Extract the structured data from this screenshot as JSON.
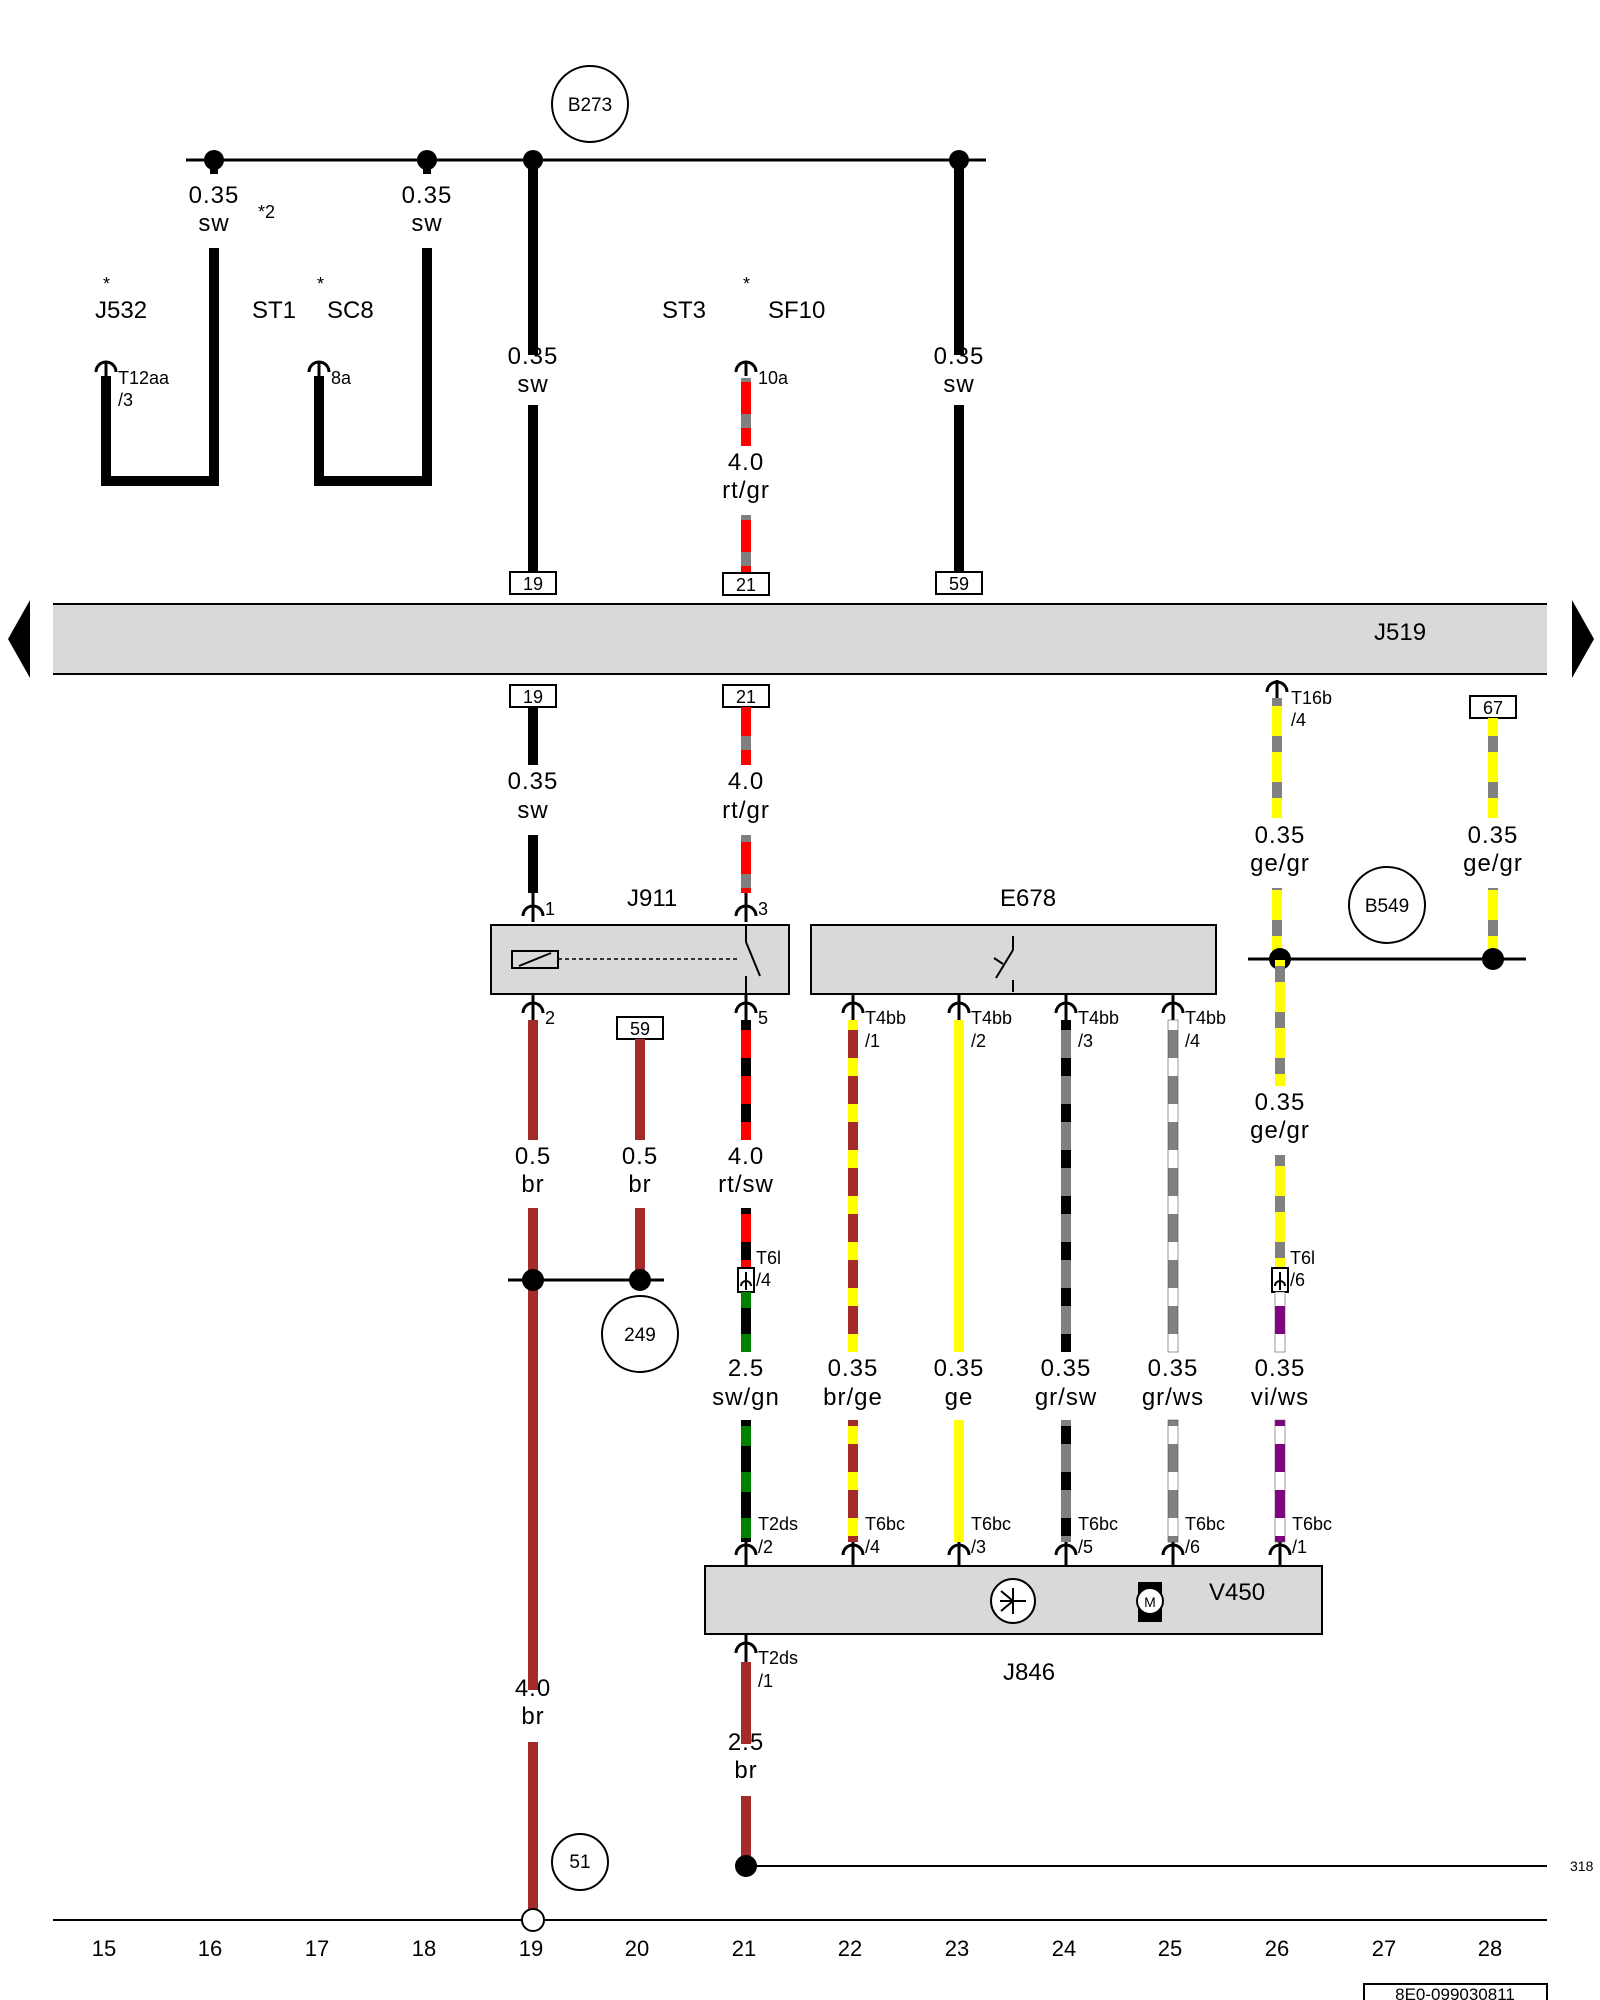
{
  "components": {
    "J519": "J519",
    "J911": "J911",
    "E678": "E678",
    "V450": "V450",
    "J846": "J846",
    "J532": "J532",
    "SC8": "SC8",
    "SF10": "SF10",
    "ST1": "ST1",
    "ST3": "ST3"
  },
  "markers": {
    "star": "*",
    "note2": "*2"
  },
  "connection_points": {
    "B273": "B273",
    "B549": "B549",
    "c249": "249",
    "c51": "51"
  },
  "terminals": {
    "t19a": "19",
    "t21a": "21",
    "t59a": "59",
    "t19b": "19",
    "t21b": "21",
    "t67": "67",
    "t59b": "59"
  },
  "pins": {
    "T12aa": "T12aa",
    "T12aa_n": "/3",
    "p8a": "8a",
    "p10a": "10a",
    "T16b": "T16b",
    "T16b_n": "/4",
    "j911_1": "1",
    "j911_3": "3",
    "j911_2": "2",
    "j911_5": "5",
    "T4bb1": "T4bb",
    "T4bb1_n": "/1",
    "T4bb2": "T4bb",
    "T4bb2_n": "/2",
    "T4bb3": "T4bb",
    "T4bb3_n": "/3",
    "T4bb4": "T4bb",
    "T4bb4_n": "/4",
    "T6l4": "T6l",
    "T6l4_n": "/4",
    "T6l6": "T6l",
    "T6l6_n": "/6",
    "T2ds2": "T2ds",
    "T2ds2_n": "/2",
    "T6bc4": "T6bc",
    "T6bc4_n": "/4",
    "T6bc3": "T6bc",
    "T6bc3_n": "/3",
    "T6bc5": "T6bc",
    "T6bc5_n": "/5",
    "T6bc6": "T6bc",
    "T6bc6_n": "/6",
    "T6bc1": "T6bc",
    "T6bc1_n": "/1",
    "T2ds1": "T2ds",
    "T2ds1_n": "/1"
  },
  "wires": {
    "w1": {
      "gauge": "0.35",
      "color": "sw"
    },
    "w2": {
      "gauge": "0.35",
      "color": "sw"
    },
    "w3": {
      "gauge": "0.35",
      "color": "sw"
    },
    "w4": {
      "gauge": "4.0",
      "color": "rt/gr"
    },
    "w5": {
      "gauge": "0.35",
      "color": "sw"
    },
    "w6": {
      "gauge": "0.35",
      "color": "sw"
    },
    "w7": {
      "gauge": "4.0",
      "color": "rt/gr"
    },
    "w8": {
      "gauge": "0.35",
      "color": "ge/gr"
    },
    "w9": {
      "gauge": "0.35",
      "color": "ge/gr"
    },
    "w10": {
      "gauge": "0.35",
      "color": "ge/gr"
    },
    "w11": {
      "gauge": "0.5",
      "color": "br"
    },
    "w12": {
      "gauge": "0.5",
      "color": "br"
    },
    "w13": {
      "gauge": "4.0",
      "color": "rt/sw"
    },
    "w14": {
      "gauge": "2.5",
      "color": "sw/gn"
    },
    "w15": {
      "gauge": "0.35",
      "color": "br/ge"
    },
    "w16": {
      "gauge": "0.35",
      "color": "ge"
    },
    "w17": {
      "gauge": "0.35",
      "color": "gr/sw"
    },
    "w18": {
      "gauge": "0.35",
      "color": "gr/ws"
    },
    "w19": {
      "gauge": "0.35",
      "color": "vi/ws"
    },
    "w20": {
      "gauge": "4.0",
      "color": "br"
    },
    "w21": {
      "gauge": "2.5",
      "color": "br"
    }
  },
  "ref_continuation": "318",
  "columns": [
    "15",
    "16",
    "17",
    "18",
    "19",
    "20",
    "21",
    "22",
    "23",
    "24",
    "25",
    "26",
    "27",
    "28"
  ],
  "footer_code": "8E0-099030811",
  "wire_colors": {
    "sw": "#000000",
    "rt": "#ff0000",
    "gr": "#808080",
    "ge": "#ffff00",
    "br": "#a52a2a",
    "gn": "#008000",
    "ws": "#ffffff",
    "vi": "#800080"
  }
}
